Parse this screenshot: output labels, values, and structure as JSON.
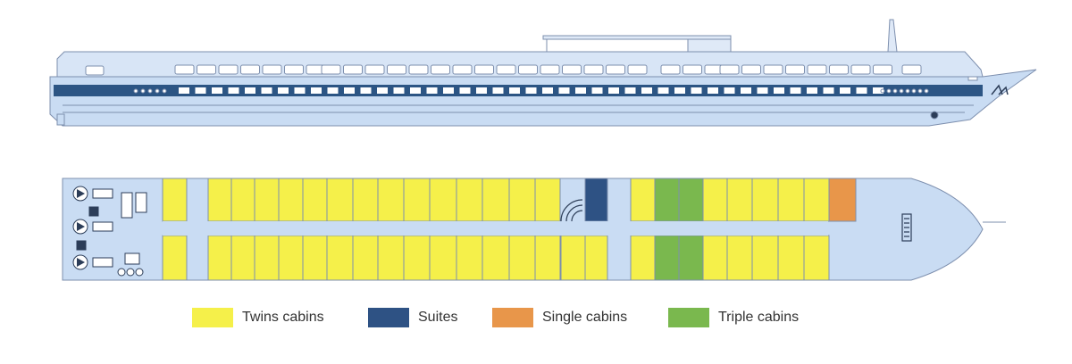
{
  "colors": {
    "hull": "#c9dcf3",
    "outline": "#7d8fae",
    "window": "#ffffff",
    "stripe": "#2c5584",
    "twins": "#f5f04a",
    "suite": "#2e5284",
    "single": "#e8964a",
    "triple": "#7ab84e"
  },
  "deck_plan": {
    "top_row": [
      "twins",
      "twins",
      "twins",
      "twins",
      "twins",
      "twins",
      "twins",
      "twins",
      "twins",
      "twins",
      "twins",
      "twins",
      "twins",
      "twins",
      "twins",
      "twins",
      "twins",
      "twins",
      "twins",
      "twins",
      "suite",
      "twins",
      "triple",
      "triple",
      "twins",
      "twins",
      "twins",
      "twins",
      "twins",
      "single"
    ],
    "bottom_row": [
      "twins",
      "twins",
      "twins",
      "twins",
      "twins",
      "twins",
      "twins",
      "twins",
      "twins",
      "twins",
      "twins",
      "twins",
      "twins",
      "twins",
      "twins",
      "twins",
      "twins",
      "twins",
      "twins",
      "twins",
      "twins",
      "twins",
      "triple",
      "triple",
      "twins",
      "twins",
      "twins",
      "twins",
      "twins"
    ]
  },
  "legend": [
    {
      "key": "twins",
      "label": "Twins cabins",
      "color": "#f5f04a"
    },
    {
      "key": "suite",
      "label": "Suites",
      "color": "#2e5284"
    },
    {
      "key": "single",
      "label": "Single cabins",
      "color": "#e8964a"
    },
    {
      "key": "triple",
      "label": "Triple cabins",
      "color": "#7ab84e"
    }
  ]
}
